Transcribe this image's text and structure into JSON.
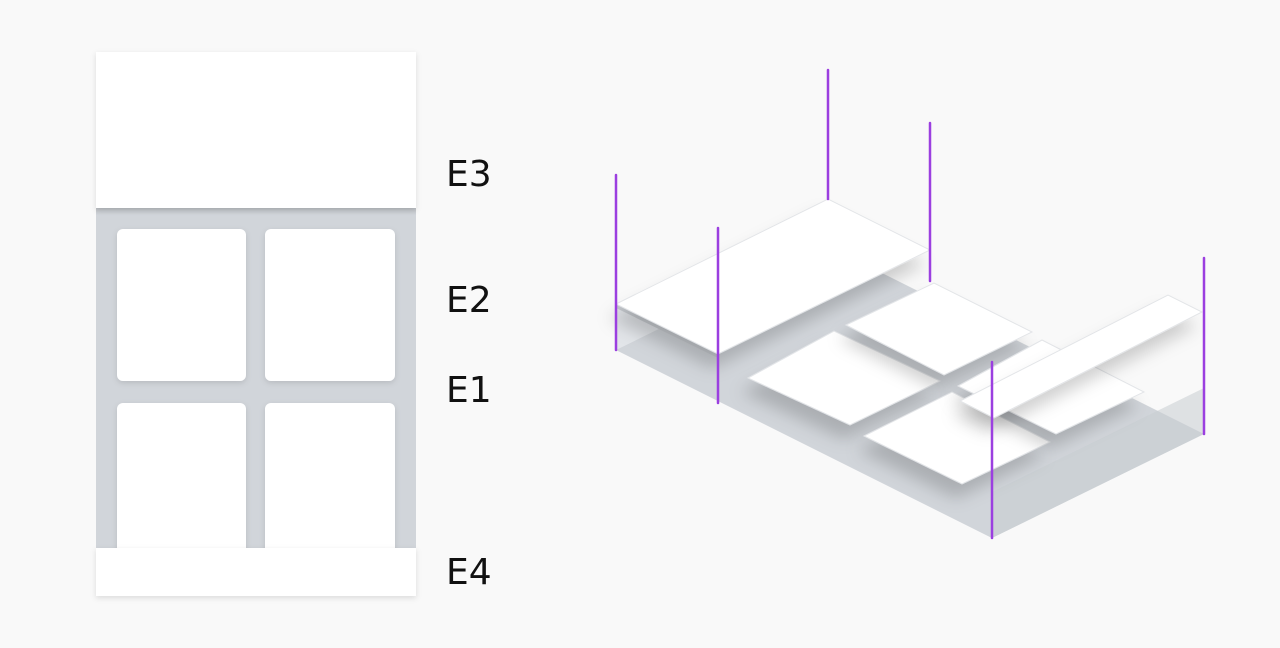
{
  "labels": {
    "e3": "E3",
    "e2": "E2",
    "e1": "E1",
    "e4": "E4"
  },
  "colors": {
    "background": "#f9f9f9",
    "surface": "#ffffff",
    "panel": "#d1d5da",
    "wall": "#dfe2e6",
    "accent_line": "#9b3fe0",
    "text": "#111111"
  }
}
